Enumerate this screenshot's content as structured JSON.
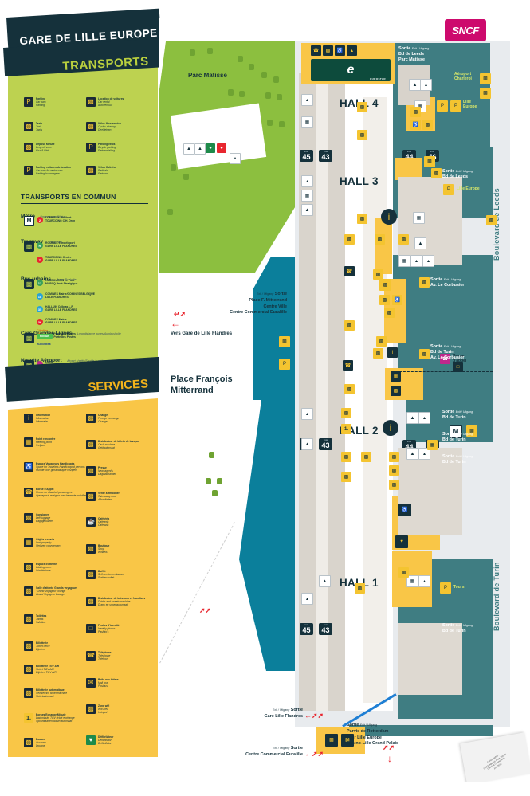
{
  "header": {
    "title": "GARE DE LILLE EUROPE",
    "subtitle": "TRANSPORTS",
    "services_title": "SERVICES",
    "brand": "SNCF"
  },
  "transports": {
    "items": [
      {
        "icon": "parking-icon",
        "glyph": "P",
        "fr": "Parking",
        "en": "Car park",
        "nl": "Parking"
      },
      {
        "icon": "taxi-icon",
        "glyph": "▭",
        "fr": "Taxis",
        "en": "Taxi",
        "nl": "Taxi's"
      },
      {
        "icon": "dropoff-icon",
        "glyph": "▭",
        "fr": "Dépose Minute",
        "en": "Drop-off zone",
        "nl": "Kiss & Ride"
      },
      {
        "icon": "rental-car-parking-icon",
        "glyph": "P",
        "fr": "Parking voitures de location",
        "en": "Car park for rental cars",
        "nl": "Parking huurwagens"
      },
      {
        "icon": "car-rental-icon",
        "glyph": "▭",
        "fr": "Location de voitures",
        "en": "Car rental",
        "nl": "Autoverhuur"
      },
      {
        "icon": "bike-share-icon",
        "glyph": "▭",
        "fr": "Vélos libre service",
        "en": "Cycles sharing",
        "nl": "Deelfietsen"
      },
      {
        "icon": "bike-parking-icon",
        "glyph": "P",
        "fr": "Parking vélos",
        "en": "Bicycle parking",
        "nl": "Fietsenstalling"
      },
      {
        "icon": "pedicab-icon",
        "glyph": "▭",
        "fr": "Vélos Calèche",
        "en": "Pedicab",
        "nl": "Fietstaxi"
      }
    ]
  },
  "public_transport": {
    "heading": "TRANSPORTS EN COMMUN",
    "modes": [
      {
        "name": "Métro",
        "sub": "Underground/Métro",
        "icon": "metro-icon",
        "lines": [
          {
            "num": "2",
            "color": "#e8262f",
            "dest1": "LOMME St. Philibert",
            "dest2": "TOURCOING C.H. Dron"
          }
        ]
      },
      {
        "name": "Tramway",
        "sub": "Tram/Tram",
        "icon": "tram-icon",
        "lines": [
          {
            "num": "R",
            "color": "#3aa05a",
            "dest1": "ROUBAIX Eurotéléport",
            "dest2": "GARE LILLE FLANDRES"
          },
          {
            "num": "T",
            "color": "#e8262f",
            "dest1": "TOURCOING Centre",
            "dest2": "GARE LILLE FLANDRES"
          }
        ]
      },
      {
        "name": "Bus urbains",
        "sub": "Buses/Bushalte",
        "icon": "bus-icon",
        "lines": [
          {
            "num": "12",
            "color": "#3aa05a",
            "dest1": "HAUBOURDIN Le Parc",
            "dest2": "MARCQ Pavé Stratigique"
          },
          {
            "num": "18",
            "color": "#2aa3d4",
            "dest1": "COMINES Mairie/COMINES BELGIQUE",
            "dest2": "LILLE FLANDRES"
          },
          {
            "num": "35",
            "color": "#2aa3d4",
            "dest1": "HALLUIN Colbras L.P.",
            "dest2": "GARE LILLE FLANDRES"
          },
          {
            "num": "36",
            "color": "#e8262f",
            "dest1": "COMINES Mairie",
            "dest2": "GARE LILLE FLANDRES"
          },
          {
            "num": "C",
            "color": "#f4a81d",
            "label": "Citadine",
            "dest1": "LILLE Porte des Postes",
            "dest2": "LILLE Porte des Postes"
          }
        ]
      },
      {
        "name": "Cars Grandes Lignes",
        "sub": "Long distance buses/Autobusholte",
        "icon": "coach-icon",
        "operators": [
          "Flixbus",
          "eurolines"
        ]
      },
      {
        "name": "Navette Aéroport",
        "sub": "Airport shuttle/Shuttle Luchthaven",
        "icon": "airport-shuttle-icon",
        "lines": [
          {
            "num": "",
            "color": "#c0288c",
            "dest1": "LILLE",
            "dest2": "Aéroport CHARLEROI"
          }
        ]
      }
    ]
  },
  "services": {
    "items": [
      {
        "icon": "information-icon",
        "glyph": "i",
        "fr": "Information",
        "en": "Information",
        "nl": "Informatie"
      },
      {
        "icon": "meeting-point-icon",
        "glyph": "▦",
        "fr": "Point rencontre",
        "en": "Meeting point",
        "nl": "Trefpunt"
      },
      {
        "icon": "disabled-lounge-icon",
        "glyph": "♿",
        "fr": "Espace Voyageurs Handicapés",
        "en": "Space for Travelers Handicapped persons",
        "nl": "Ruimte voor gehandicapte reizigers"
      },
      {
        "icon": "help-phone-icon",
        "glyph": "☎",
        "fr": "Borne d'Appel",
        "en": "Phone for disabled passengers",
        "nl": "Oproeptzuil reizigers met beperkte mobiliteit"
      },
      {
        "icon": "left-luggage-icon",
        "glyph": "▭",
        "fr": "Consignes",
        "en": "Left luggage",
        "nl": "Bagagekluizen"
      },
      {
        "icon": "lost-property-icon",
        "glyph": "▦",
        "fr": "Objets trouvés",
        "en": "Lost property",
        "nl": "Verloren voorwerpen"
      },
      {
        "icon": "waiting-room-icon",
        "glyph": "▭",
        "fr": "Espace d'attente",
        "en": "Waiting room",
        "nl": "Wachtruimte"
      },
      {
        "icon": "lounge-icon",
        "glyph": "▭",
        "fr": "Salle d'attente Grands voyageurs",
        "en": "\"Grand Voyageur\" lounge",
        "nl": "Grand Voyageur Lounge"
      },
      {
        "icon": "toilets-icon",
        "glyph": "▭",
        "fr": "Toilettes",
        "en": "Toilets",
        "nl": "Toiletten"
      },
      {
        "icon": "ticket-office-icon",
        "glyph": "▭",
        "fr": "Billetterie",
        "en": "Ticket office",
        "nl": "Bijetten"
      },
      {
        "icon": "tgv-air-ticket-icon",
        "glyph": "▭",
        "fr": "Billetterie TGV AIR",
        "en": "Ticket TGV AIR",
        "nl": "Biljetten TGV AIR"
      },
      {
        "icon": "ticket-machine-icon",
        "glyph": "▭",
        "fr": "Billetterie automatique",
        "en": "Self service ticket machine",
        "nl": "Ticketautomaat"
      },
      {
        "icon": "last-minute-exchange-icon",
        "glyph": "1.",
        "fr": "Bornes Echange Minute",
        "en": "Last minute TGV ticket exchange",
        "nl": "Spoortkaarten wissel automaat"
      },
      {
        "icon": "customs-icon",
        "glyph": "▭",
        "fr": "Douane",
        "en": "Customs",
        "nl": "Douane"
      },
      {
        "icon": "foreign-exchange-icon",
        "glyph": "▭",
        "fr": "Change",
        "en": "Foreign exchange",
        "nl": "Change"
      },
      {
        "icon": "cash-machine-icon",
        "glyph": "▭",
        "fr": "Distributeur de billets de banque",
        "en": "Cash machine",
        "nl": "Geldautomaat"
      },
      {
        "icon": "press-icon",
        "glyph": "▭",
        "fr": "Presse",
        "en": "Newsagent's",
        "nl": "Dagbladhandel"
      },
      {
        "icon": "takeaway-icon",
        "glyph": "▭",
        "fr": "Vente à emporter",
        "en": "Take away food",
        "nl": "Afhaalketen"
      },
      {
        "icon": "cafeteria-icon",
        "glyph": "☕",
        "fr": "Cafétéria",
        "en": "Cafeteria",
        "nl": "Cafetaria"
      },
      {
        "icon": "shop-icon",
        "glyph": "▭",
        "fr": "Boutique",
        "en": "Shop",
        "nl": "Winkels"
      },
      {
        "icon": "buffet-icon",
        "glyph": "▭",
        "fr": "Buffet",
        "en": "Self-service restaurant",
        "nl": "Stationsbuffet"
      },
      {
        "icon": "vending-machine-icon",
        "glyph": "▭",
        "fr": "Distributeur de boissons et friandises",
        "en": "Drinks and sweets machine",
        "nl": "Drank en snoepautomaat"
      },
      {
        "icon": "photo-booth-icon",
        "glyph": "□",
        "fr": "Photos d'identité",
        "en": "Identity photos",
        "nl": "Pasfoto's"
      },
      {
        "icon": "telephone-icon",
        "glyph": "☎",
        "fr": "Téléphone",
        "en": "Telephone",
        "nl": "Telefoon"
      },
      {
        "icon": "postbox-icon",
        "glyph": "✉",
        "fr": "Boîte aux lettres",
        "en": "Mail box",
        "nl": "Postbus"
      },
      {
        "icon": "wifi-icon",
        "glyph": "▭",
        "fr": "Zone wifi",
        "en": "Wifi area",
        "nl": "Hotspot"
      },
      {
        "icon": "defibrillator-icon",
        "glyph": "♥",
        "fr": "Défibrilateur",
        "en": "Defibrillator",
        "nl": "Defibrillator"
      }
    ]
  },
  "map": {
    "halls": [
      "HALL 4",
      "HALL 3",
      "HALL 2",
      "HALL 1"
    ],
    "places": {
      "parc_matisse": "Parc Matisse",
      "place_mitterrand": "Place François\nMitterrand"
    },
    "boulevards": [
      "Boulevard de Leeds",
      "Boulevard de Turin"
    ],
    "platforms": [
      "45",
      "43",
      "44",
      "46"
    ],
    "platform_caption": "voie",
    "eurostar": "EUROSTAR",
    "exits": [
      {
        "word": "Sortie",
        "sub": "Exit / Uitgang",
        "lines": [
          "Bd de Leeds",
          "Parc Matisse"
        ]
      },
      {
        "word": "Sortie",
        "sub": "Exit / Uitgang",
        "lines": [
          "Bd de Leeds"
        ]
      },
      {
        "word": "Sortie",
        "sub": "Exit / Uitgang",
        "lines": [
          "Av. Le Corbusier"
        ]
      },
      {
        "word": "Sortie",
        "sub": "Exit / Uitgang",
        "lines": [
          "Bd de Turin",
          "Av. Le Corbusier"
        ]
      },
      {
        "word": "Sortie",
        "sub": "Exit / Uitgang",
        "lines": [
          "Bd de Turin"
        ]
      },
      {
        "word": "Sortie",
        "sub": "Exit / Uitgang",
        "lines": [
          "Bd de Turin"
        ]
      },
      {
        "word": "Sortie",
        "sub": "Exit / Uitgang",
        "lines": [
          "Bd de Turin"
        ]
      },
      {
        "word": "Sortie",
        "sub": "Exit / Uitgang",
        "lines": [
          "Place F. Mitterrand",
          "Centre Ville",
          "Centre Commercial Euralille"
        ]
      },
      {
        "word": "Sortie",
        "sub": "Exit / Uitgang",
        "lines": [
          "Gare Lille Flandres"
        ]
      },
      {
        "word": "Sortie",
        "sub": "Exit / Uitgang",
        "lines": [
          "Centre Commercial Euralille"
        ]
      },
      {
        "word": "Sortie",
        "sub": "Exit / Uitgang",
        "lines": [
          "Parvis de Rotterdam",
          "Tour Lille Europe",
          "Casino-Lille Grand Palais"
        ]
      }
    ],
    "parkings": [
      {
        "glyph": "P",
        "label": "Lille\nEurope"
      },
      {
        "glyph": "P",
        "label": "Lille Europe"
      },
      {
        "glyph": "P",
        "label": "Tours"
      }
    ],
    "airport_label": "Aéroport\nCharleroi",
    "borne_appel": "Borne\nd'appel",
    "vers_flandres": "Vers Gare de Lille Flandres",
    "credits": "Cartographie :\nSNCF Agence Gare Lignes\nGares & Connexions\njuin 2012"
  }
}
